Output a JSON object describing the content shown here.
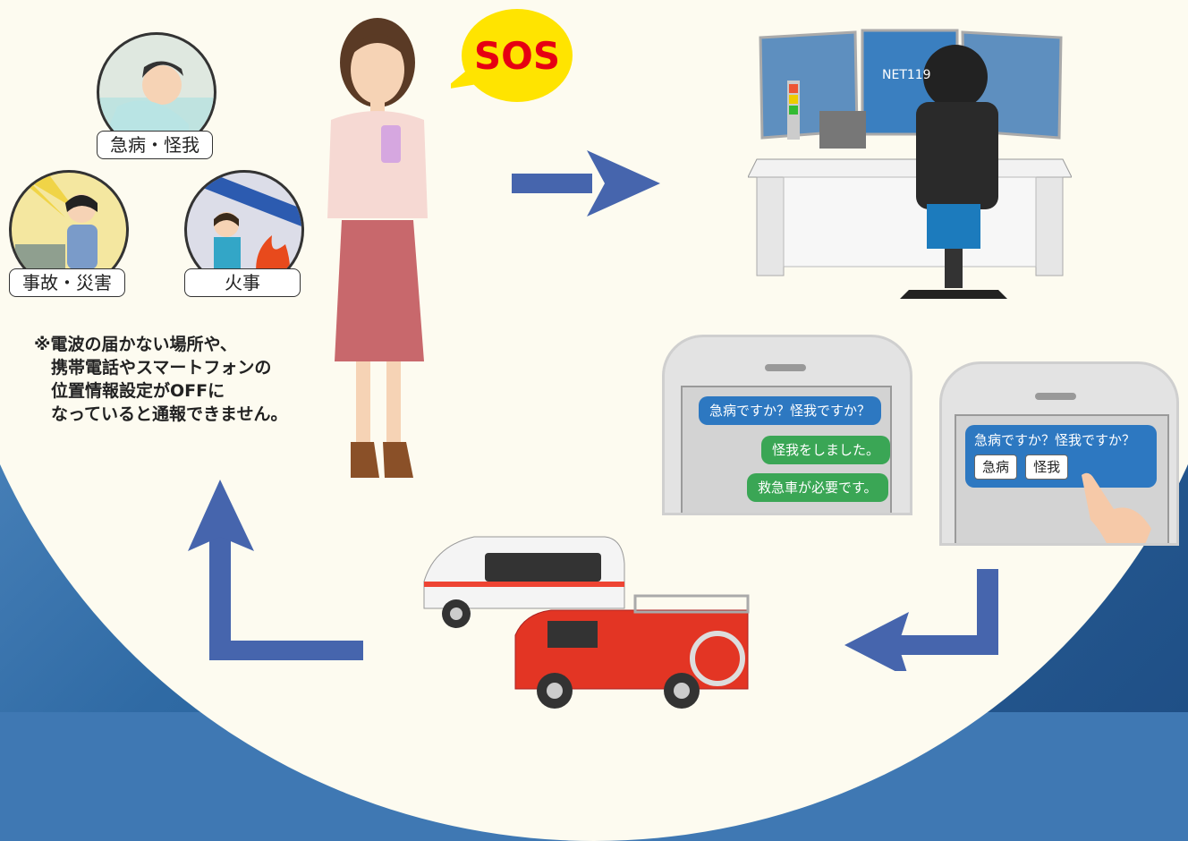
{
  "badges": {
    "emergency": "急病・怪我",
    "accident": "事故・災害",
    "fire": "火事"
  },
  "sos": "SOS",
  "note_lines": [
    "※電波の届かない場所や、",
    "　携帯電話やスマートフォンの",
    "　位置情報設定がOFFに",
    "　なっていると通報できません。"
  ],
  "monitor_text": "NET119",
  "chat_left": {
    "q": "急病ですか？怪我ですか？",
    "a1": "怪我をしました。",
    "a2": "救急車が必要です。"
  },
  "chat_right": {
    "q": "急病ですか？怪我ですか？",
    "opt1": "急病",
    "opt2": "怪我"
  },
  "colors": {
    "arrow": "#4665ad",
    "sos_bubble": "#ffe400",
    "sos_text": "#e60012"
  }
}
